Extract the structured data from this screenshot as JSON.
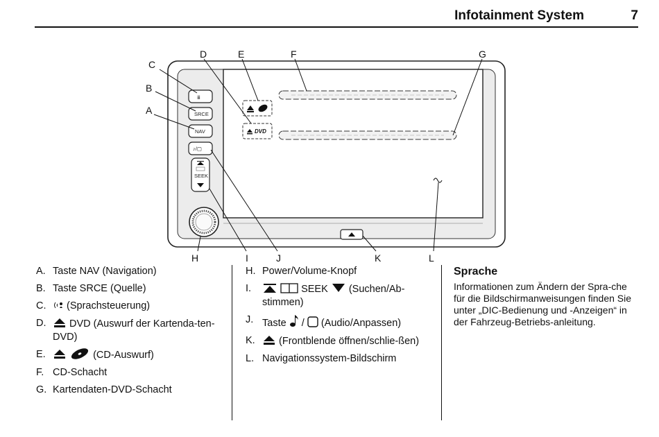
{
  "header": {
    "title": "Infotainment System",
    "page": "7"
  },
  "diagram": {
    "callouts": {
      "A": "A",
      "B": "B",
      "C": "C",
      "D": "D",
      "E": "E",
      "F": "F",
      "G": "G",
      "H": "H",
      "I": "I",
      "J": "J",
      "K": "K",
      "L": "L"
    },
    "buttons": {
      "srce": "SRCE",
      "nav": "NAV",
      "seek": "SEEK"
    }
  },
  "left_column": {
    "a_letter": "A.",
    "a_text": "Taste NAV (Navigation)",
    "b_letter": "B.",
    "b_text": "Taste SRCE (Quelle)",
    "c_letter": "C.",
    "c_text": "(Sprachsteuerung)",
    "d_letter": "D.",
    "d_text": "DVD (Auswurf der Kartenda-ten-DVD)",
    "e_letter": "E.",
    "e_text": "(CD-Auswurf)",
    "f_letter": "F.",
    "f_text": "CD-Schacht",
    "g_letter": "G.",
    "g_text": "Kartendaten-DVD-Schacht"
  },
  "middle_column": {
    "h_letter": "H.",
    "h_text": "Power/Volume-Knopf",
    "i_letter": "I.",
    "i_text_a": "SEEK",
    "i_text_b": "(Suchen/Ab-stimmen)",
    "j_letter": "J.",
    "j_text_a": "Taste",
    "j_text_b": "/",
    "j_text_c": "(Audio/Anpassen)",
    "k_letter": "K.",
    "k_text": "(Frontblende öffnen/schlie-ßen)",
    "l_letter": "L.",
    "l_text": "Navigationssystem-Bildschirm"
  },
  "right_column": {
    "title": "Sprache",
    "text": "Informationen zum Ändern der Spra-che für die Bildschirmanweisungen finden Sie unter „DIC-Bedienung und -Anzeigen“ in der Fahrzeug-Betriebs-anleitung."
  }
}
